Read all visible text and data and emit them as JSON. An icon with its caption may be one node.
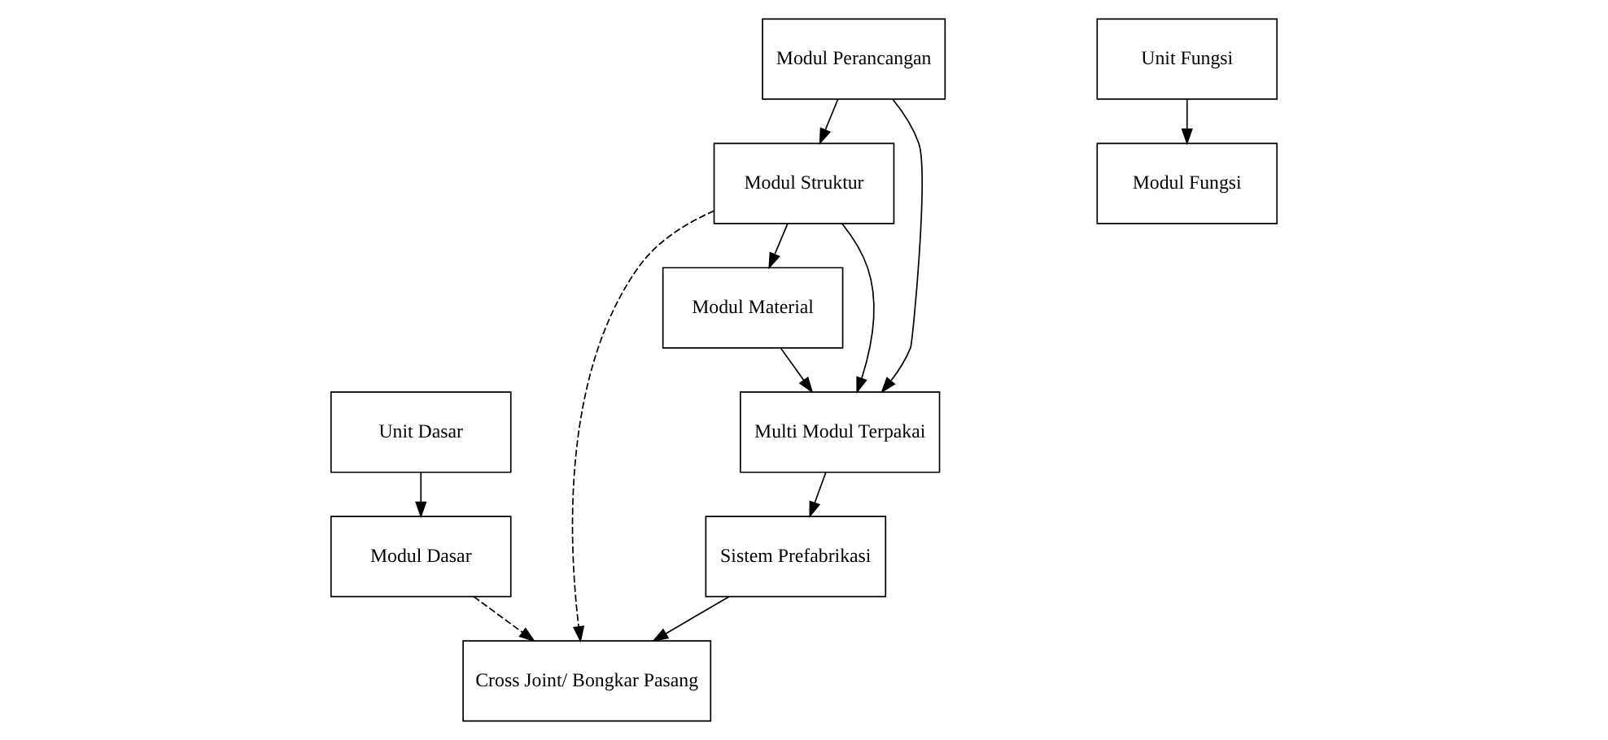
{
  "diagram": {
    "nodes": [
      {
        "text": [
          "Unit Dasar"
        ]
      },
      {
        "text": [
          "Unit Fungsi"
        ]
      },
      {
        "text": [
          "Modul Dasar"
        ]
      },
      {
        "text": [
          "Modul Fungsi"
        ]
      },
      {
        "text": [
          "Cross Joint/ Bongkar Pasang"
        ]
      },
      {
        "text": [
          "Modul Perancangan"
        ]
      },
      {
        "text": [
          "Modul Struktur"
        ]
      },
      {
        "text": [
          "Modul Material"
        ]
      },
      {
        "text": [
          "Multi Modul Terpakai"
        ]
      },
      {
        "text": [
          "Sistem Prefabrikasi"
        ]
      }
    ],
    "edges": [
      {
        "from": 0,
        "to": 2,
        "arrow": "to"
      },
      {
        "from": 1,
        "to": 3,
        "arrow": "to"
      },
      {
        "from": 2,
        "to": 4,
        "arrow": "to",
        "style": "dashed"
      },
      {
        "from": 6,
        "to": 4,
        "arrow": "to",
        "style": "dashed"
      },
      {
        "from": 5,
        "to": 6,
        "arrow": "to"
      },
      {
        "from": 6,
        "to": 7,
        "arrow": "to"
      },
      {
        "from": 5,
        "to": 8,
        "arrow": "to"
      },
      {
        "from": 6,
        "to": 8,
        "arrow": "to"
      },
      {
        "from": 7,
        "to": 8,
        "arrow": "to"
      },
      {
        "from": 8,
        "to": 9,
        "arrow": "to"
      },
      {
        "from": 9,
        "to": 4,
        "arrow": "to"
      }
    ]
  }
}
